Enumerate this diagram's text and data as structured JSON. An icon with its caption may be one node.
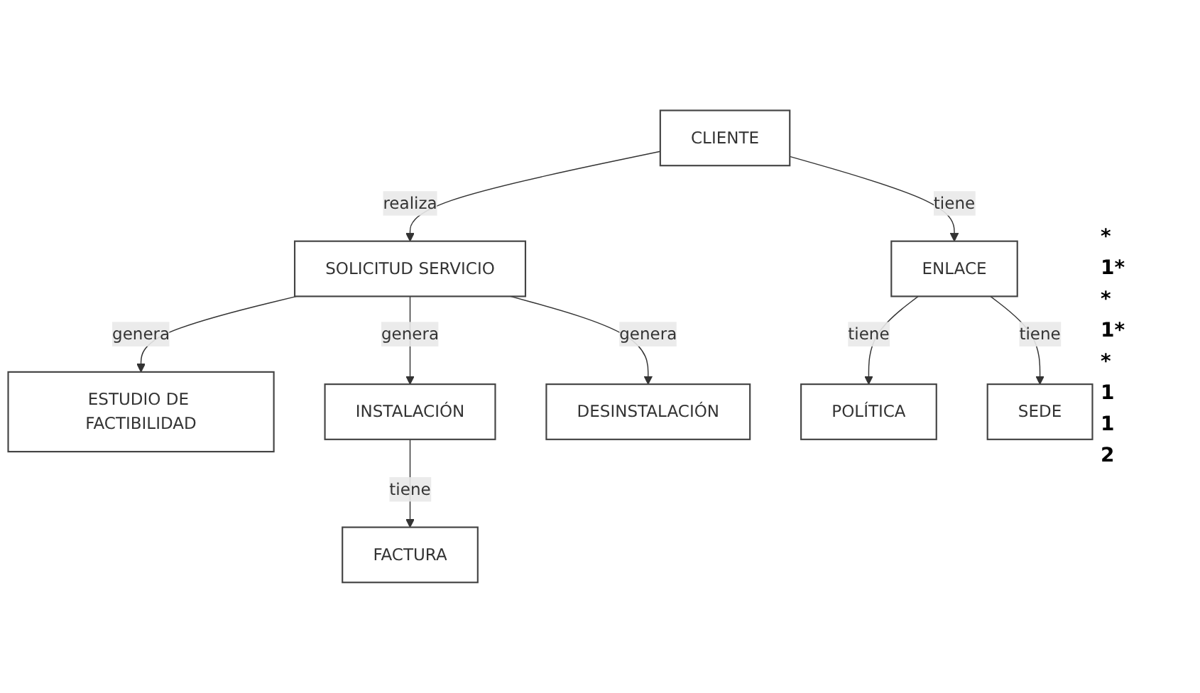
{
  "diagram": {
    "nodes": [
      {
        "text": [
          "ESTUDIO DE FACTIBILIDAD"
        ]
      },
      {
        "text": [
          "CLIENTE"
        ]
      },
      {
        "text": [
          "SOLICITUD SERVICIO"
        ]
      },
      {
        "text": [
          "INSTALACIÓN"
        ]
      },
      {
        "text": [
          "ENLACE"
        ]
      },
      {
        "text": [
          "DESINSTALACIÓN"
        ]
      },
      {
        "text": [
          "FACTURA"
        ]
      },
      {
        "text": [
          "POLÍTICA"
        ]
      },
      {
        "text": [
          "SEDE"
        ]
      }
    ],
    "edges": [
      {
        "from": 2,
        "to": 0,
        "arrow": "to",
        "label": "genera"
      },
      {
        "from": 1,
        "to": 2,
        "arrow": "to",
        "label": "realiza"
      },
      {
        "from": 2,
        "to": 3,
        "arrow": "to",
        "label": "genera"
      },
      {
        "from": 1,
        "to": 4,
        "arrow": "to",
        "label": "tiene"
      },
      {
        "from": 2,
        "to": 5,
        "arrow": "to",
        "label": "genera"
      },
      {
        "from": 3,
        "to": 6,
        "arrow": "to",
        "label": "tiene"
      },
      {
        "from": 4,
        "to": 7,
        "arrow": "to",
        "label": "tiene"
      },
      {
        "from": 4,
        "to": 8,
        "arrow": "to",
        "label": "tiene"
      }
    ],
    "labels": [
      "*",
      "1*",
      "*",
      "1*",
      "*",
      "1",
      "1",
      "2"
    ]
  }
}
